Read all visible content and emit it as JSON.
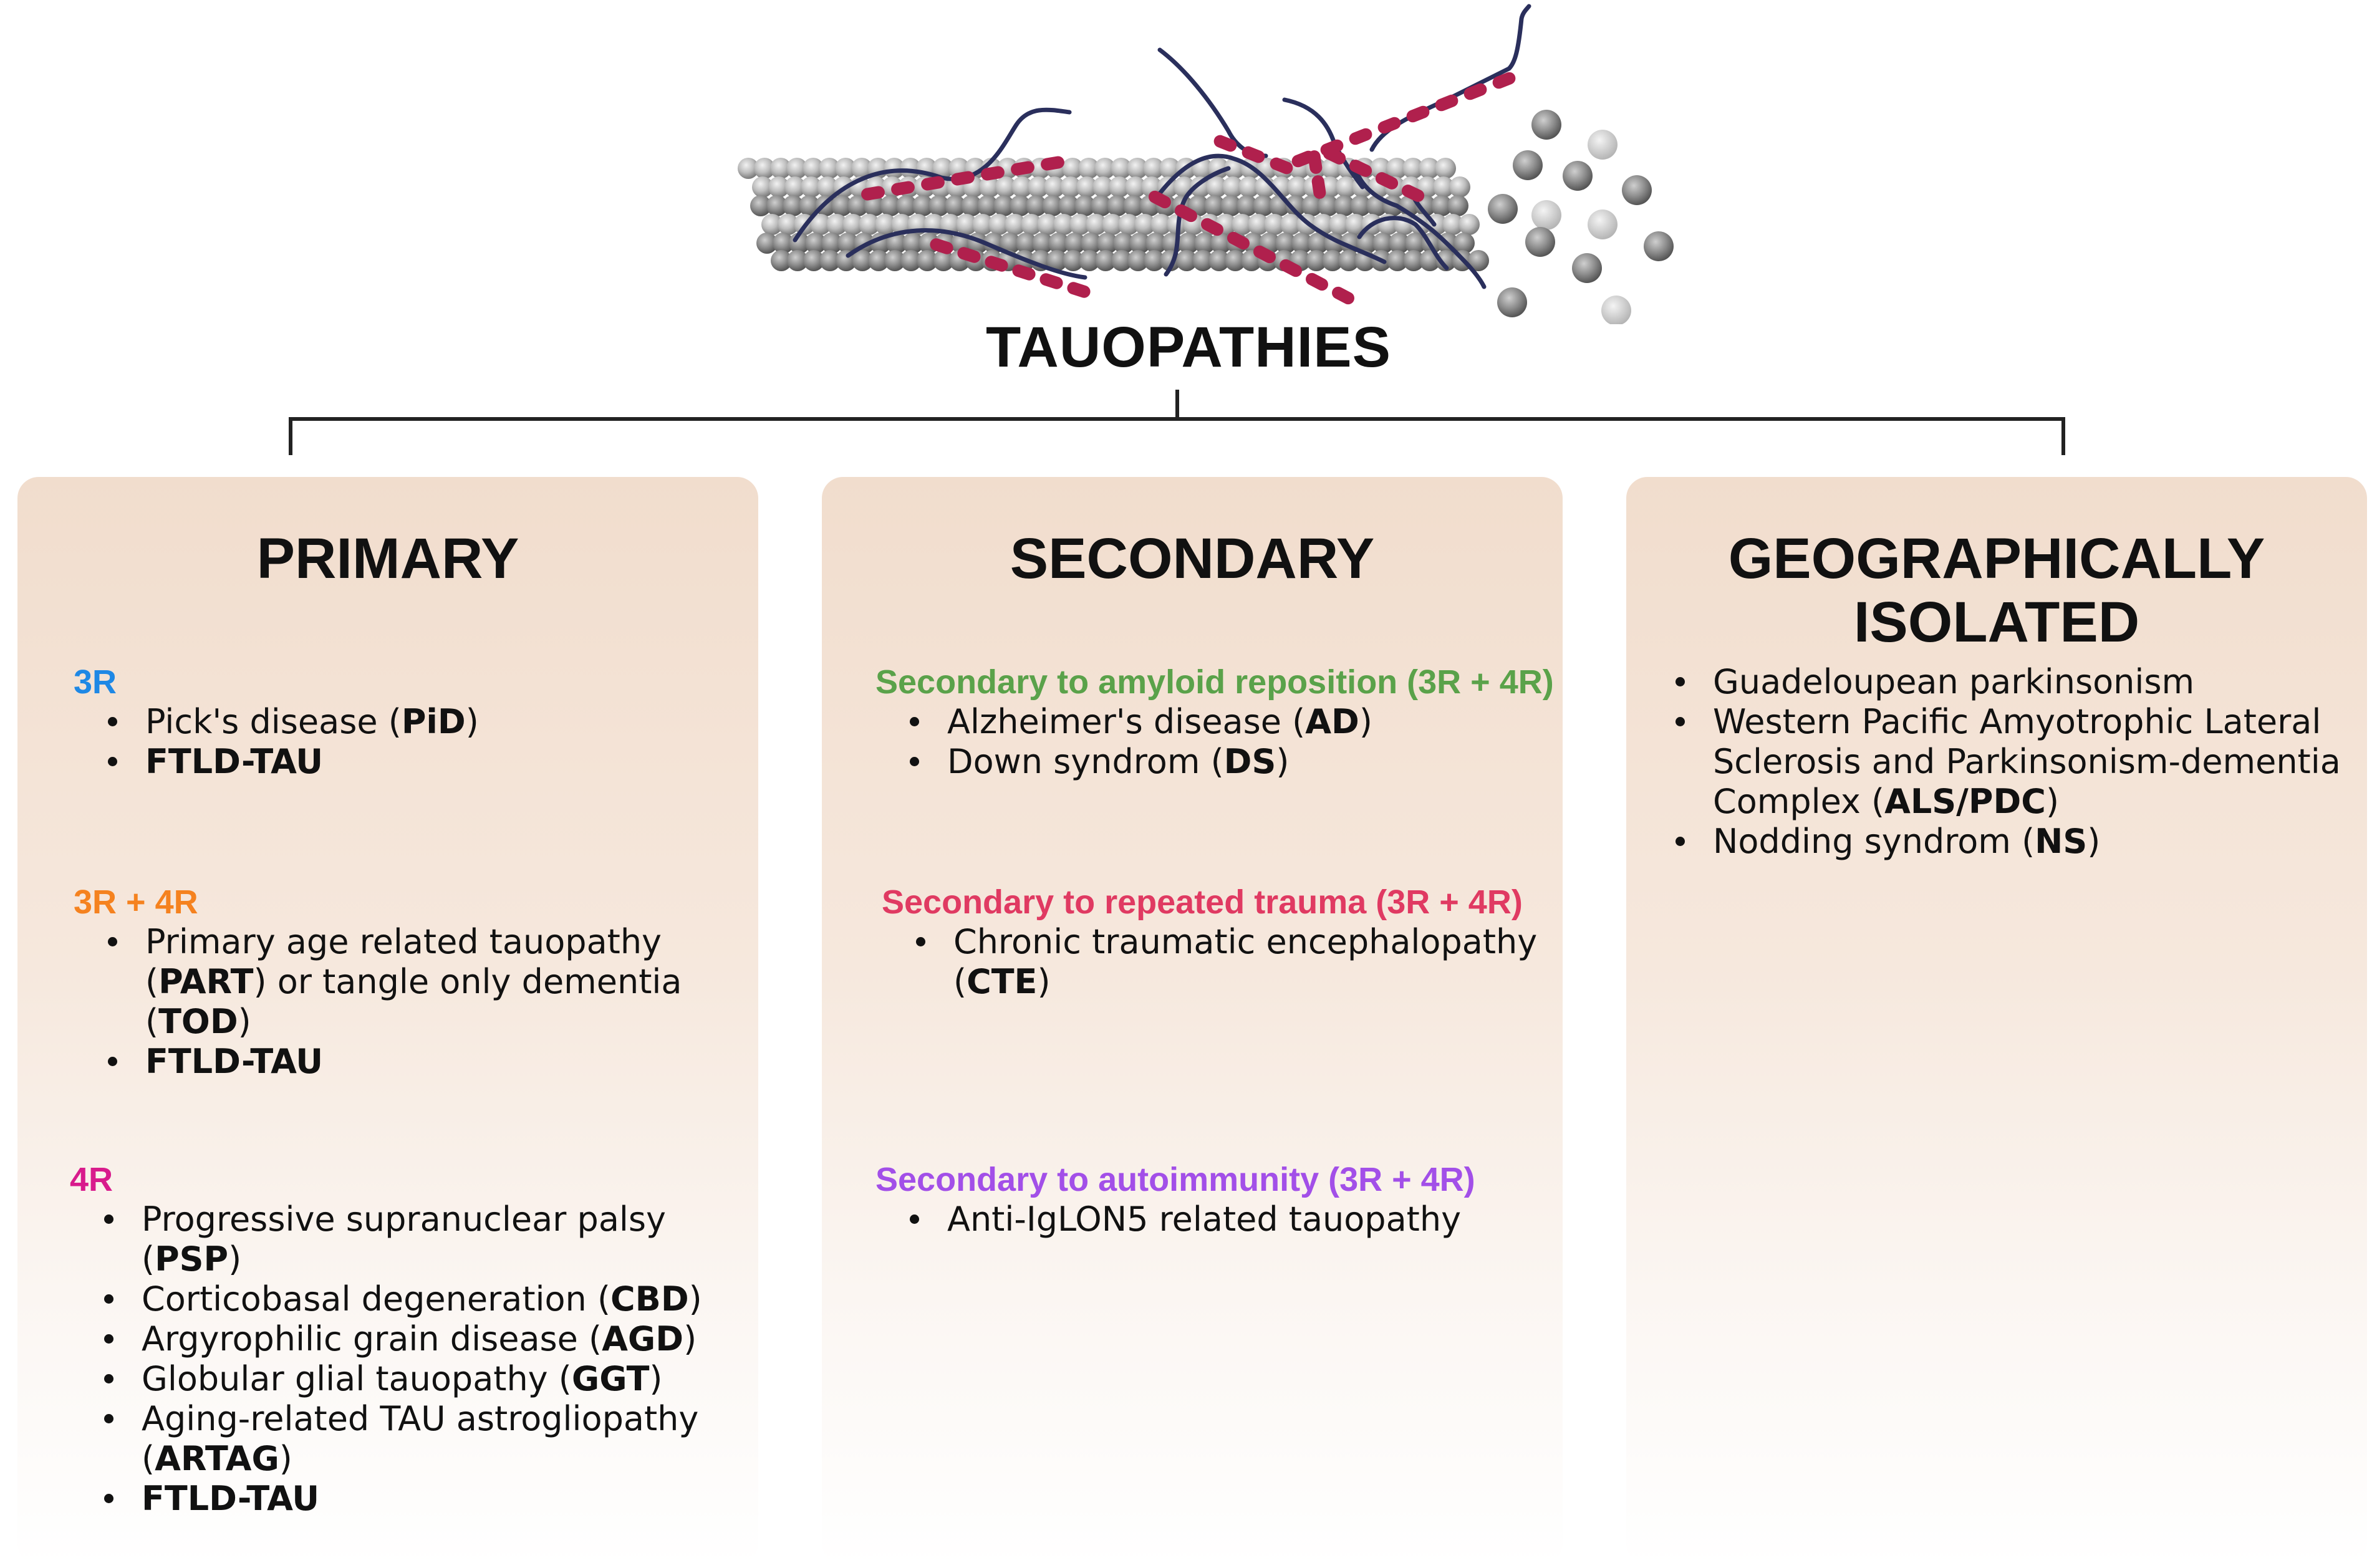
{
  "title": "TAUOPATHIES",
  "colors": {
    "blue": "#1e88e5",
    "orange": "#f5821f",
    "magenta": "#d81b8c",
    "green": "#5aa24a",
    "rose": "#e03a62",
    "purple": "#a24fe8",
    "tau_segment": "#b0204d",
    "tau_strand": "#2a2f5c",
    "panel_top": "#f1ddcd"
  },
  "panels": {
    "primary": {
      "title": "PRIMARY",
      "groups": [
        {
          "label": "3R",
          "items": [
            {
              "text": "Pick's disease (",
              "bold": "PiD",
              "tail": ")"
            },
            {
              "text": "",
              "bold": "FTLD-TAU",
              "tail": ""
            }
          ]
        },
        {
          "label": "3R + 4R",
          "items": [
            {
              "lines": [
                "Primary age related tauopathy",
                "(PART) or tangle only dementia",
                "(TOD)"
              ]
            },
            {
              "text": "",
              "bold": "FTLD-TAU",
              "tail": ""
            }
          ]
        },
        {
          "label": "4R",
          "items": [
            {
              "lines": [
                "Progressive supranuclear palsy",
                "(PSP)"
              ]
            },
            {
              "text": "Corticobasal degeneration (",
              "bold": "CBD",
              "tail": ")"
            },
            {
              "text": "Argyrophilic grain disease (",
              "bold": "AGD",
              "tail": ")"
            },
            {
              "text": "Globular glial tauopathy (",
              "bold": "GGT",
              "tail": ")"
            },
            {
              "lines": [
                "Aging-related TAU astrogliopathy",
                "(ARTAG)"
              ]
            },
            {
              "text": "",
              "bold": "FTLD-TAU",
              "tail": ""
            }
          ]
        }
      ]
    },
    "secondary": {
      "title": "SECONDARY",
      "groups": [
        {
          "label": "Secondary to amyloid reposition (3R + 4R)",
          "items": [
            {
              "text": "Alzheimer's disease (",
              "bold": "AD",
              "tail": ")"
            },
            {
              "text": "Down syndrom (",
              "bold": "DS",
              "tail": ")"
            }
          ]
        },
        {
          "label": "Secondary to repeated trauma (3R + 4R)",
          "items": [
            {
              "lines": [
                "Chronic traumatic encephalopathy",
                "(CTE)"
              ]
            }
          ]
        },
        {
          "label": "Secondary to autoimmunity (3R + 4R)",
          "items": [
            {
              "text": "Anti-IgLON5 related tauopathy",
              "bold": "",
              "tail": ""
            }
          ]
        }
      ]
    },
    "geo": {
      "title_line1": "GEOGRAPHICALLY",
      "title_line2": "ISOLATED",
      "items": [
        {
          "text": "Guadeloupean parkinsonism"
        },
        {
          "lines": [
            "Western Pacific Amyotrophic Lateral",
            "Sclerosis and Parkinsonism-dementia",
            "Complex (ALS/PDC)"
          ]
        },
        {
          "text": "Nodding syndrom (",
          "bold": "NS",
          "tail": ")"
        }
      ]
    }
  }
}
